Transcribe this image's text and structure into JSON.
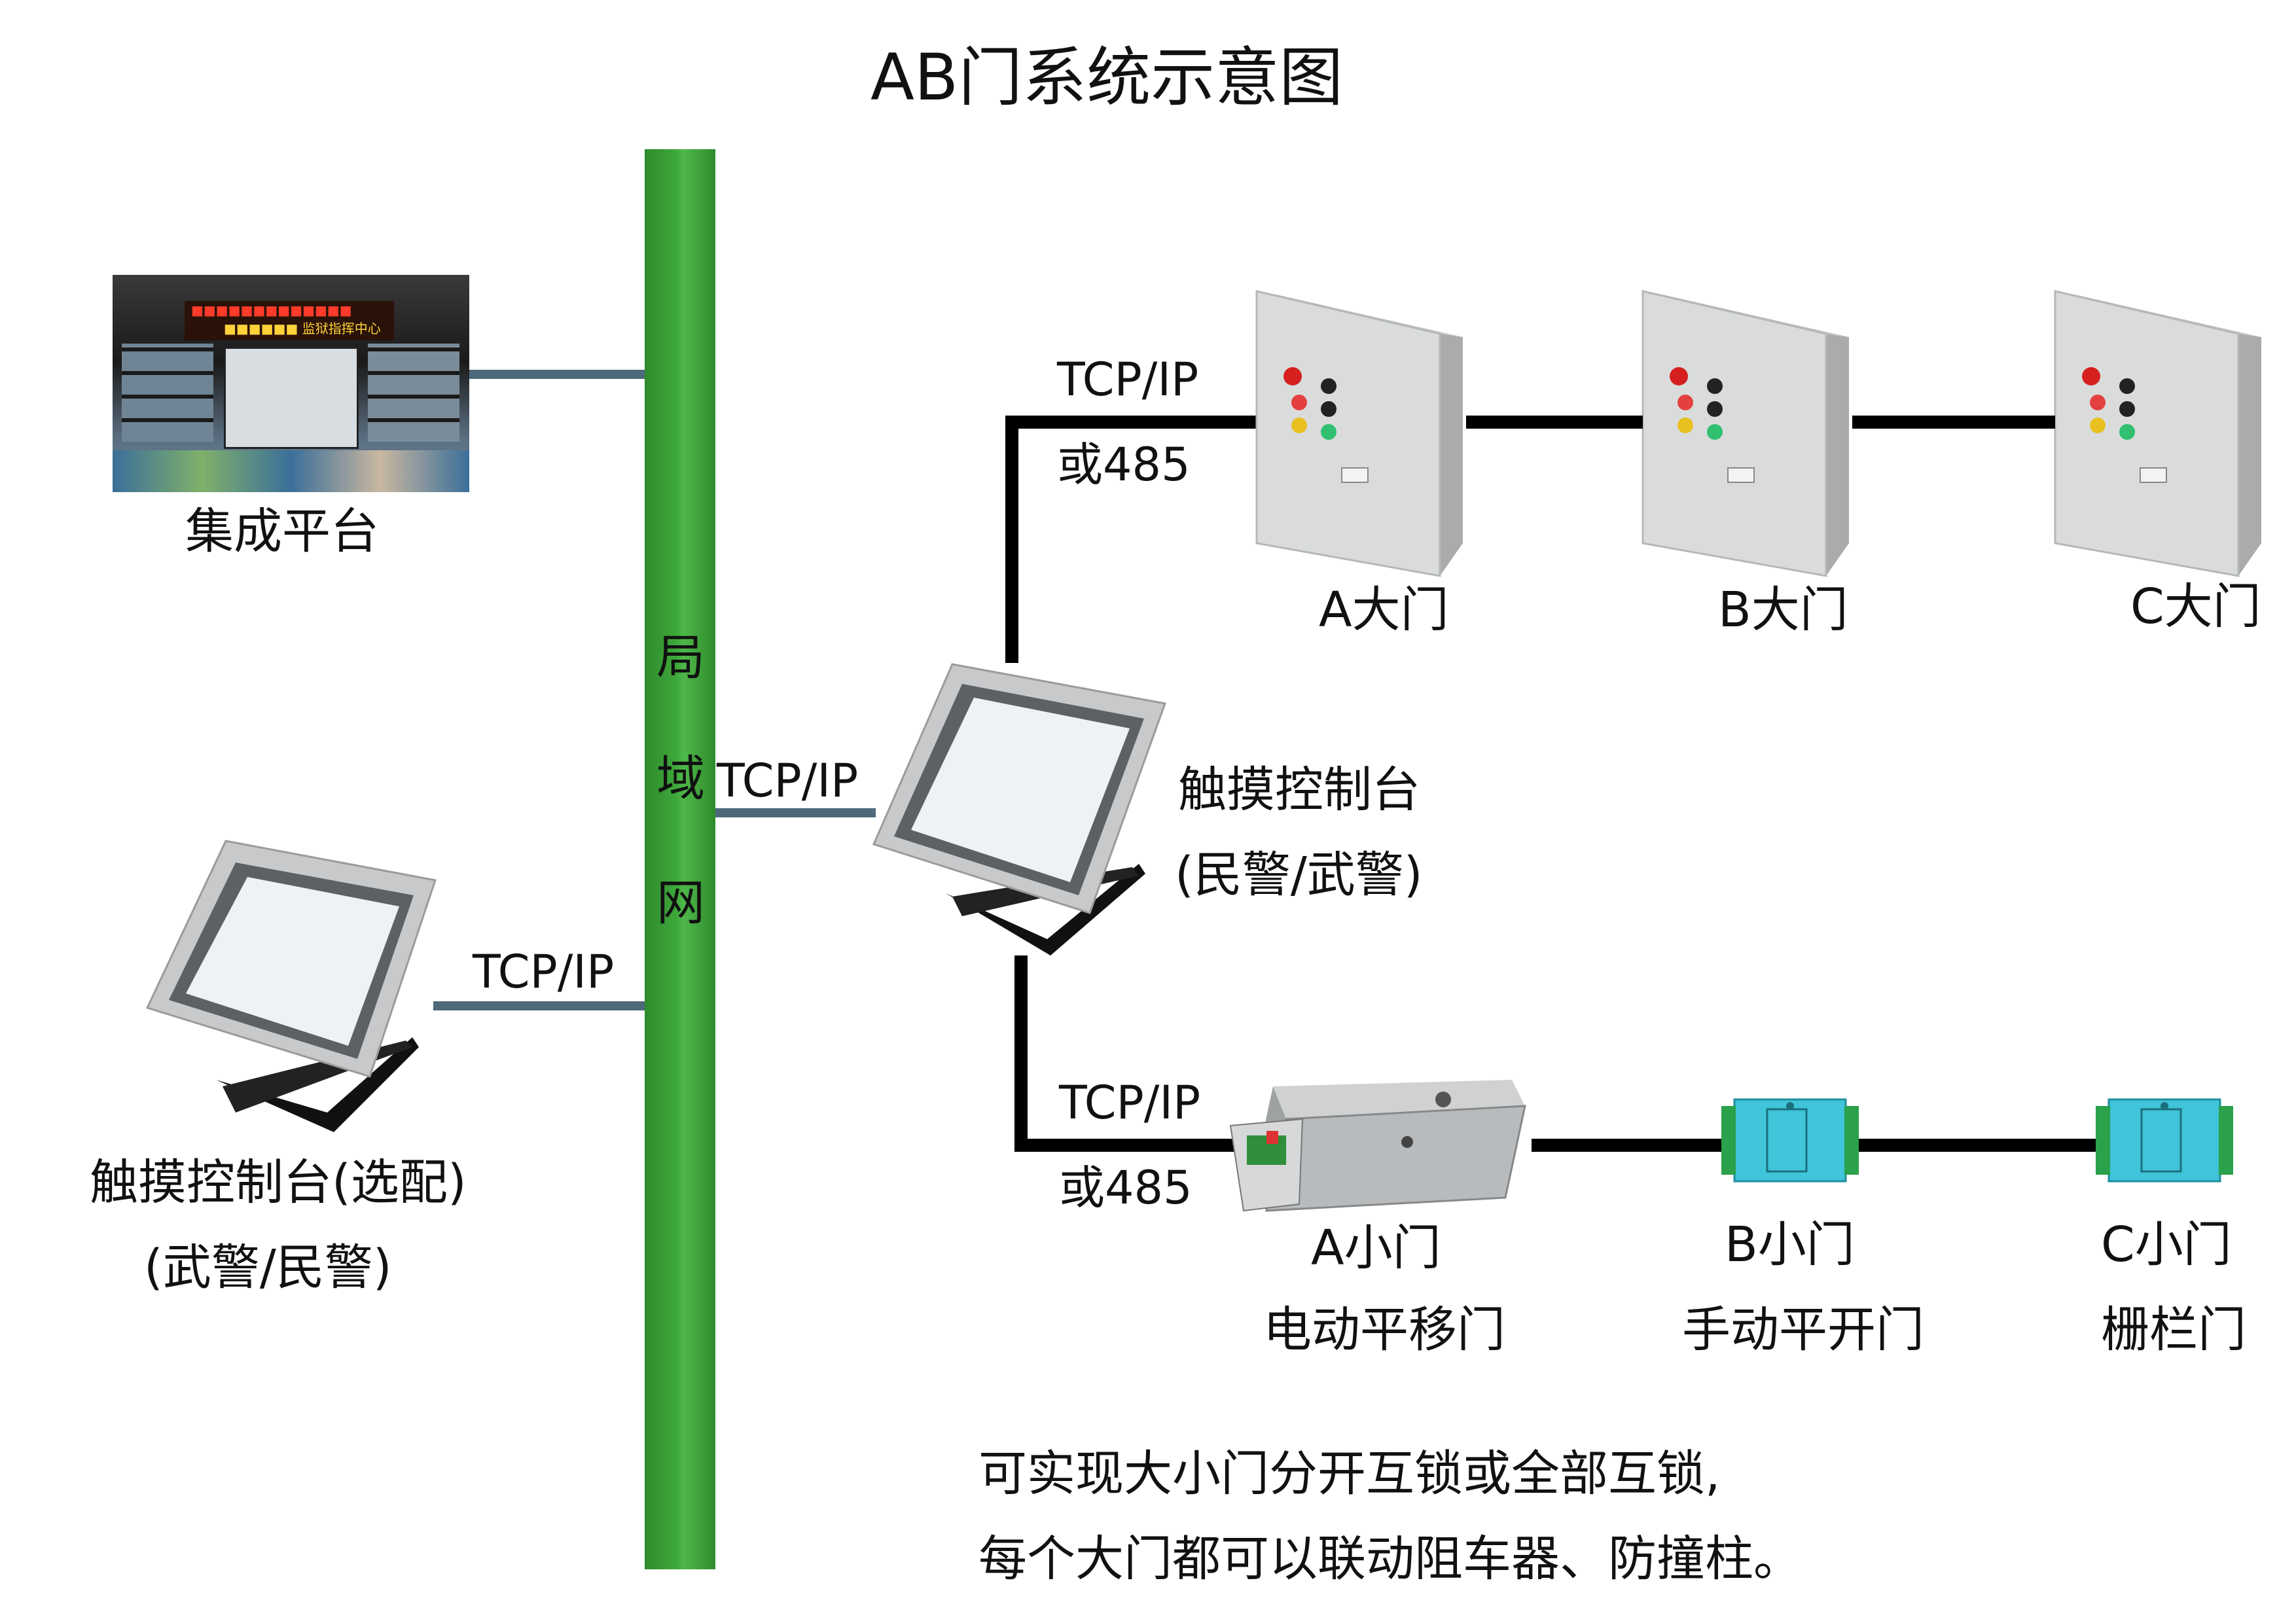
{
  "title": "AB门系统示意图",
  "lan": {
    "chars": [
      "局",
      "域",
      "网"
    ]
  },
  "integration_platform": {
    "label": "集成平台",
    "screen_text_top": "■■■■■■■■■■■■■",
    "screen_text_bottom": "■■■■■■ 监狱指挥中心"
  },
  "touch_console_optional": {
    "label_line1": "触摸控制台(选配)",
    "label_line2": "(武警/民警)"
  },
  "touch_console_main": {
    "label_line1": "触摸控制台",
    "label_line2": "(民警/武警)"
  },
  "links": {
    "console_opt_to_lan": "TCP/IP",
    "lan_to_console_main": "TCP/IP",
    "to_big_gates_line1": "TCP/IP",
    "to_big_gates_line2": "或485",
    "to_small_gates_line1": "TCP/IP",
    "to_small_gates_line2": "或485"
  },
  "big_gates": [
    {
      "label": "A大门"
    },
    {
      "label": "B大门"
    },
    {
      "label": "C大门"
    }
  ],
  "small_gates": [
    {
      "label_line1": "A小门",
      "label_line2": "电动平移门"
    },
    {
      "label_line1": "B小门",
      "label_line2": "手动平开门"
    },
    {
      "label_line1": "C小门",
      "label_line2": "栅栏门"
    }
  ],
  "notes": [
    "可实现大小门分开互锁或全部互锁,",
    "每个大门都可以联动阻车器、防撞柱。"
  ],
  "colors": {
    "lan_green": "#3ea83a",
    "link_blue": "#4d6a7a",
    "link_black": "#000000",
    "cabinet_grey": "#d9dcdb",
    "rs_module_cyan": "#3fc4d9"
  }
}
